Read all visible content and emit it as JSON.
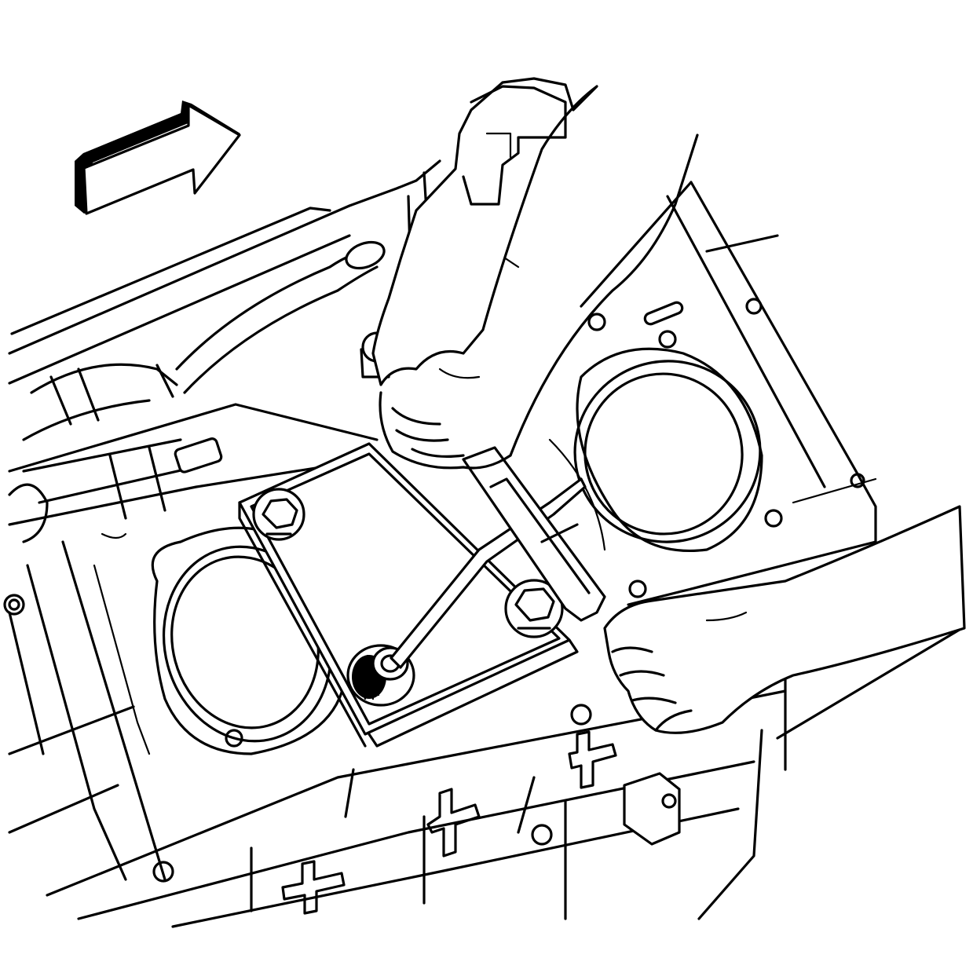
{
  "figure": {
    "background": "#ffffff",
    "line_color": "#000000",
    "components": [
      "direction-arrow",
      "engine-block",
      "left-cylinder-bore",
      "right-cylinder-bore",
      "locating-plate-tool",
      "bolt-left",
      "bolt-right",
      "knurled-knob",
      "ratchet-wrench",
      "upper-hand",
      "lower-hand",
      "side-hose"
    ],
    "arrow_direction": "up-right"
  }
}
